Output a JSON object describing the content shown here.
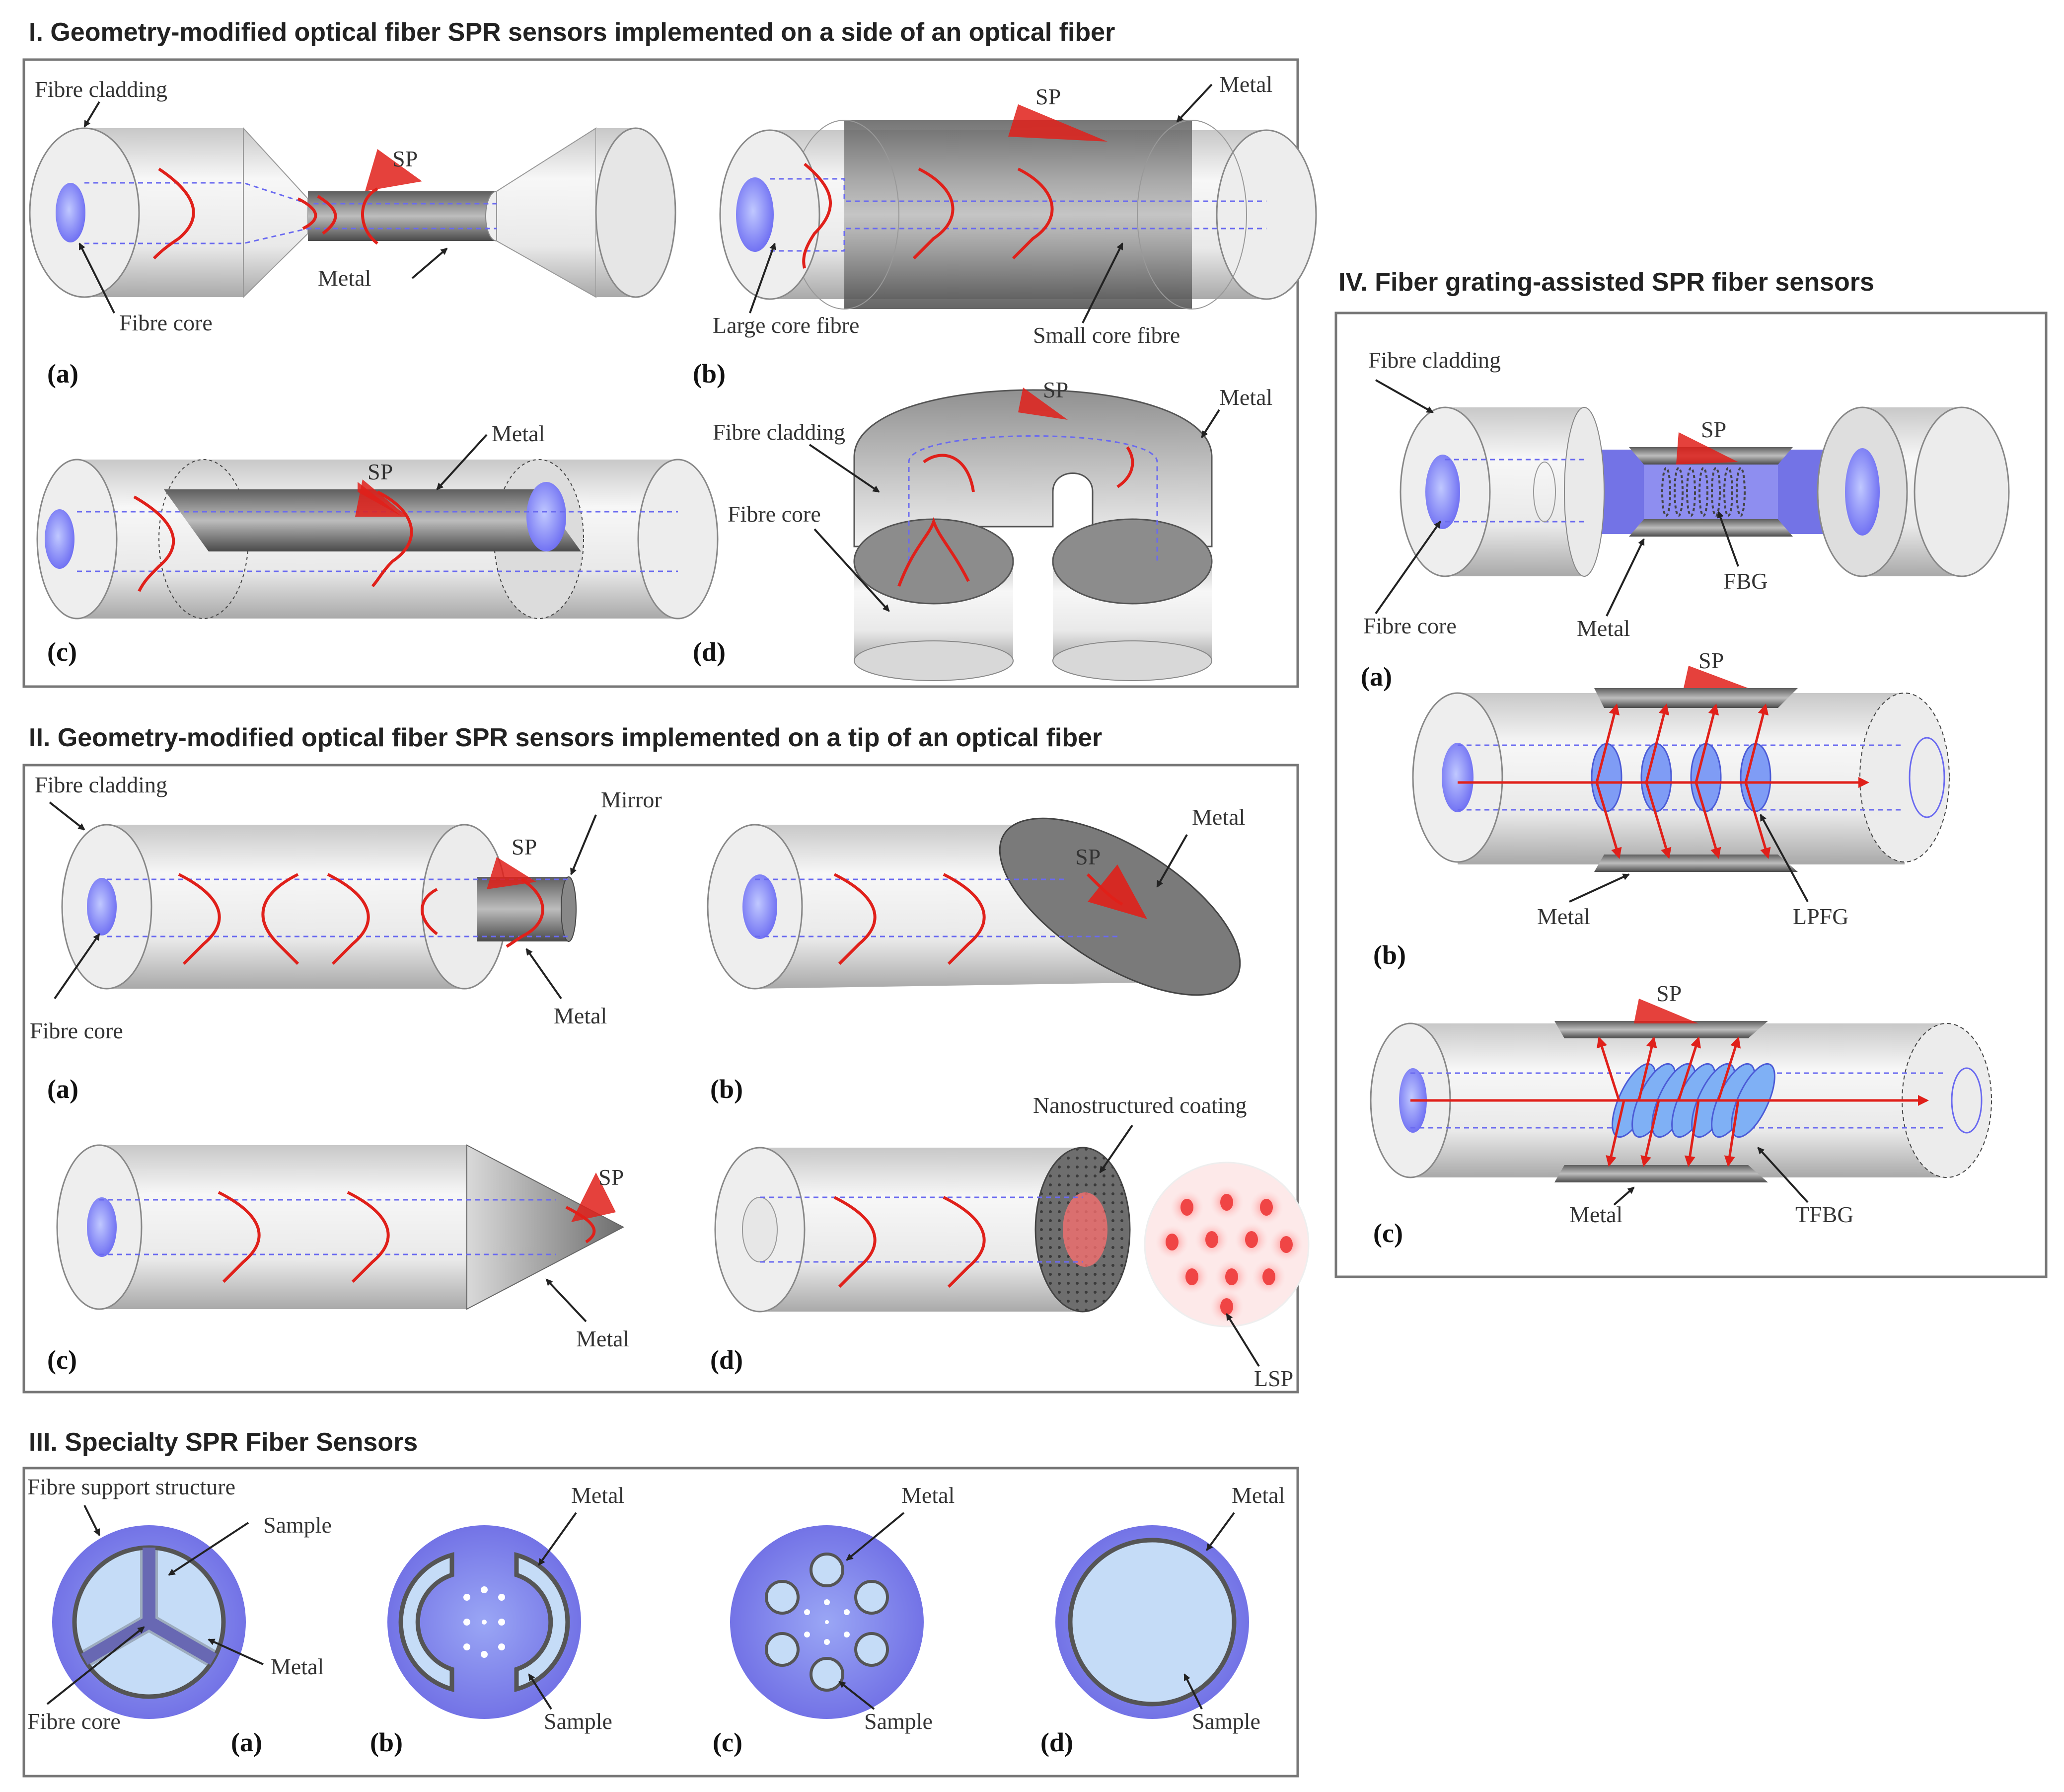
{
  "sections": {
    "s1": {
      "title": "I. Geometry-modified optical fiber SPR sensors implemented on a side of an optical fiber",
      "a": {
        "tag": "(a)",
        "cladding": "Fibre cladding",
        "core": "Fibre core",
        "metal": "Metal",
        "sp": "SP"
      },
      "b": {
        "tag": "(b)",
        "large": "Large core fibre",
        "small": "Small core fibre",
        "metal": "Metal",
        "sp": "SP"
      },
      "c": {
        "tag": "(c)",
        "metal": "Metal",
        "sp": "SP"
      },
      "d": {
        "tag": "(d)",
        "cladding": "Fibre cladding",
        "core": "Fibre core",
        "metal": "Metal",
        "sp": "SP"
      }
    },
    "s2": {
      "title": "II. Geometry-modified optical fiber SPR sensors implemented on a tip of an optical fiber",
      "a": {
        "tag": "(a)",
        "cladding": "Fibre cladding",
        "core": "Fibre core",
        "mirror": "Mirror",
        "metal": "Metal",
        "sp": "SP"
      },
      "b": {
        "tag": "(b)",
        "metal": "Metal",
        "sp": "SP"
      },
      "c": {
        "tag": "(c)",
        "metal": "Metal",
        "sp": "SP"
      },
      "d": {
        "tag": "(d)",
        "coating": "Nanostructured coating",
        "lsp": "LSP"
      }
    },
    "s3": {
      "title": "III. Specialty SPR Fiber Sensors",
      "a": {
        "tag": "(a)",
        "support": "Fibre support structure",
        "sample": "Sample",
        "metal": "Metal",
        "core": "Fibre core"
      },
      "b": {
        "tag": "(b)",
        "metal": "Metal",
        "sample": "Sample"
      },
      "c": {
        "tag": "(c)",
        "metal": "Metal",
        "sample": "Sample"
      },
      "d": {
        "tag": "(d)",
        "metal": "Metal",
        "sample": "Sample"
      }
    },
    "s4": {
      "title": "IV. Fiber grating-assisted SPR fiber sensors",
      "a": {
        "tag": "(a)",
        "cladding": "Fibre cladding",
        "core": "Fibre core",
        "metal": "Metal",
        "fbg": "FBG",
        "sp": "SP"
      },
      "b": {
        "tag": "(b)",
        "metal": "Metal",
        "lpfg": "LPFG",
        "sp": "SP"
      },
      "c": {
        "tag": "(c)",
        "metal": "Metal",
        "tfbg": "TFBG",
        "sp": "SP"
      }
    }
  },
  "colors": {
    "core": "#6b6bf2",
    "wave": "#e0201a",
    "metal": "#6e6e6e",
    "sample": "#c5dcf7",
    "fiber_disc": "#8a8af0"
  }
}
